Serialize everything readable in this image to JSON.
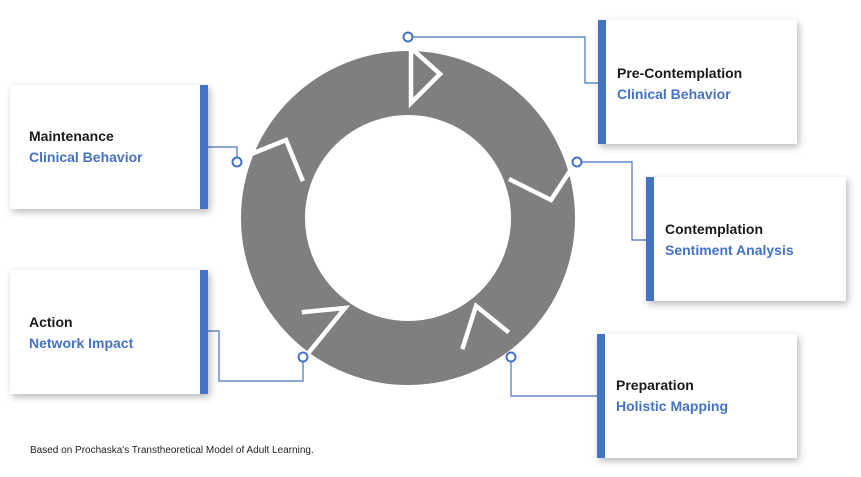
{
  "diagram": {
    "stages": [
      {
        "title": "Pre-Contemplation",
        "subtitle": "Clinical Behavior"
      },
      {
        "title": "Contemplation",
        "subtitle": "Sentiment Analysis"
      },
      {
        "title": "Preparation",
        "subtitle": "Holistic Mapping"
      },
      {
        "title": "Action",
        "subtitle": "Network Impact"
      },
      {
        "title": "Maintenance",
        "subtitle": "Clinical Behavior"
      }
    ],
    "footnote": "Based on Prochaska's Transtheoretical Model of Adult Learning."
  },
  "colors": {
    "accent": "#4472c4",
    "ring": "#7f7f7f",
    "title_text": "#1a1a1a"
  }
}
